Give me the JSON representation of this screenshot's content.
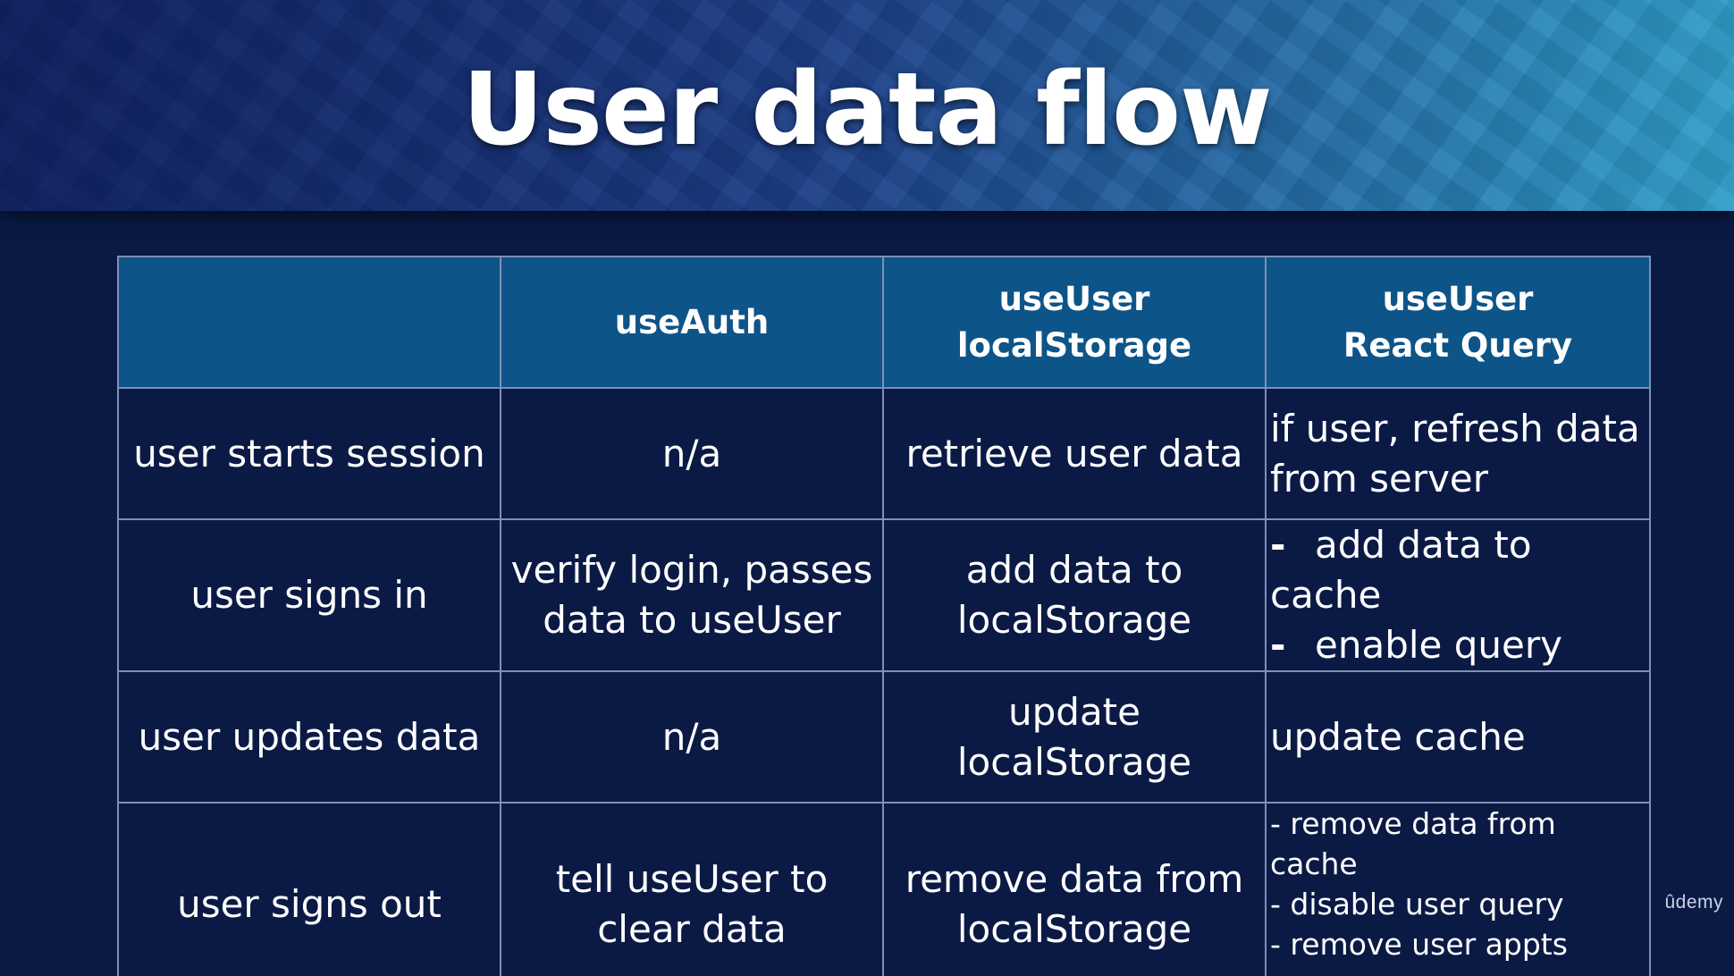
{
  "title": "User data flow",
  "table": {
    "headers": [
      "",
      "useAuth",
      "useUser\nlocalStorage",
      "useUser\nReact Query"
    ],
    "rows": [
      {
        "event": "user starts session",
        "useAuth": "n/a",
        "localStorage": "retrieve user data",
        "reactQuery": "if user, refresh data from server"
      },
      {
        "event": "user signs in",
        "useAuth": "verify login, passes data to useUser",
        "localStorage": "add data to localStorage",
        "reactQuery_items": [
          "add data to cache",
          "enable query"
        ]
      },
      {
        "event": "user updates data",
        "useAuth": "n/a",
        "localStorage": "update localStorage",
        "reactQuery": "update cache"
      },
      {
        "event": "user signs out",
        "useAuth": "tell useUser to clear data",
        "localStorage": "remove data from localStorage",
        "reactQuery_items": [
          "remove data from cache",
          "disable user query",
          "remove user appts query"
        ]
      }
    ]
  },
  "watermark": "ûdemy"
}
